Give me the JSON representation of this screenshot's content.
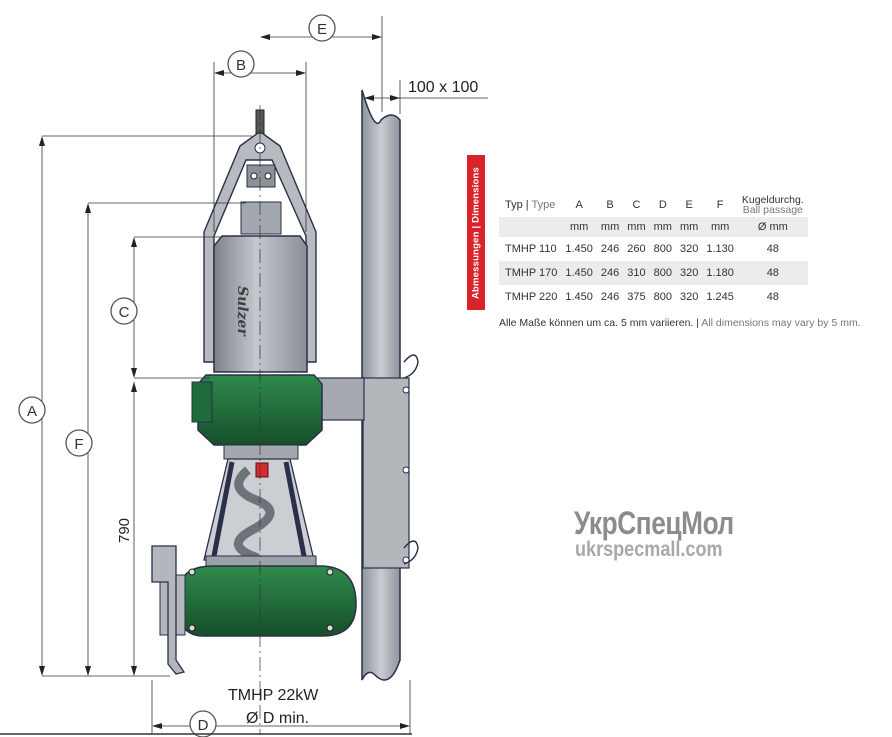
{
  "drawing": {
    "labels": {
      "A": "A",
      "B": "B",
      "C": "C",
      "D": "D",
      "E": "E",
      "F": "F",
      "mast_size": "100 x 100",
      "fixed_790": "790",
      "model_caption": "TMHP 22kW",
      "d_caption": "Ø D min.",
      "motor_brand": "Sulzer"
    },
    "colors": {
      "green": "#1f6b3a",
      "steel": "#a9adb3",
      "outline": "#2a2f4a"
    }
  },
  "dimensions": {
    "band_label": "Abmessungen | Dimensions",
    "header": {
      "type_de": "Typ",
      "type_en": "Type",
      "cols": [
        "A",
        "B",
        "C",
        "D",
        "E",
        "F"
      ],
      "ball_de": "Kugeldurchg.",
      "ball_en": "Ball passage"
    },
    "units": [
      "mm",
      "mm",
      "mm",
      "mm",
      "mm",
      "mm",
      "Ø mm"
    ],
    "rows": [
      {
        "type": "TMHP 110",
        "A": "1.450",
        "B": "246",
        "C": "260",
        "D": "800",
        "E": "320",
        "F": "1.130",
        "ball": "48"
      },
      {
        "type": "TMHP 170",
        "A": "1.450",
        "B": "246",
        "C": "310",
        "D": "800",
        "E": "320",
        "F": "1.180",
        "ball": "48"
      },
      {
        "type": "TMHP 220",
        "A": "1.450",
        "B": "246",
        "C": "375",
        "D": "800",
        "E": "320",
        "F": "1.245",
        "ball": "48"
      }
    ],
    "note_de": "Alle Maße können um ca. 5 mm variieren.",
    "note_sep": " | ",
    "note_en": "All dimensions may vary by 5 mm."
  },
  "watermark": {
    "title": "УкрСпецМол",
    "url": "ukrspecmall.com"
  }
}
